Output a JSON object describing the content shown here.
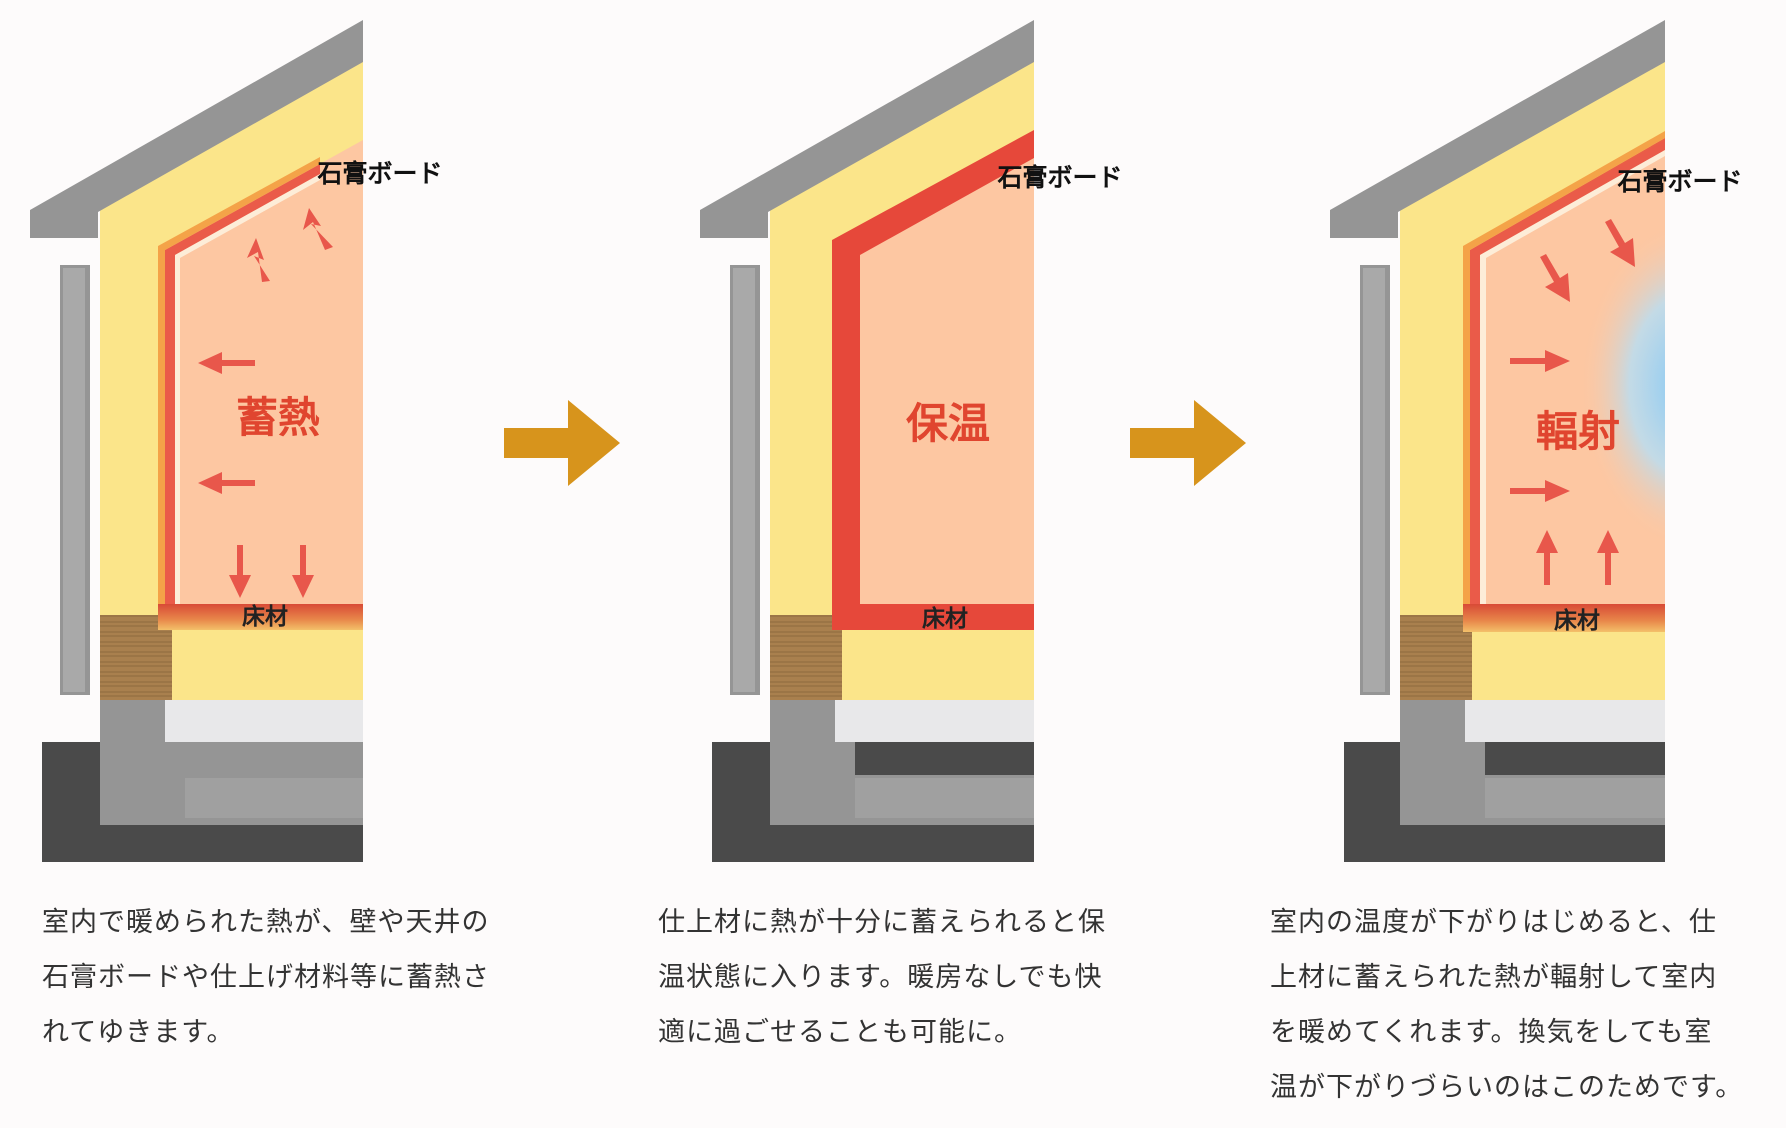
{
  "panels": [
    {
      "board_label": "石膏ボード",
      "floor_label": "床材",
      "center_label": "蓄熱",
      "caption_lines": [
        "室内で暖められた熱が、壁や天井の",
        "石膏ボードや仕上げ材料等に蓄熱さ",
        "れてゆきます。"
      ]
    },
    {
      "board_label": "石膏ボード",
      "floor_label": "床材",
      "center_label": "保温",
      "caption_lines": [
        "仕上材に熱が十分に蓄えられると保",
        "温状態に入ります。暖房なしでも快",
        "適に過ごせることも可能に。"
      ]
    },
    {
      "board_label": "石膏ボード",
      "floor_label": "床材",
      "center_label": "輻射",
      "caption_lines": [
        "室内の温度が下がりはじめると、仕",
        "上材に蓄えられた熱が輻射して室内",
        "を暖めてくれます。換気をしても室",
        "温が下がりづらいのはこのためです。"
      ]
    }
  ],
  "colors": {
    "roof": "#959595",
    "insulation": "#fbe58a",
    "room": "#fdc7a2",
    "finish_red": "#e6483a",
    "arrow_red": "#e8574b",
    "label_red": "#e0452f",
    "flow_arrow": "#d7941c",
    "foundation": "#4a4a4a",
    "wood": "#a9804e",
    "cool_blue": "#8fd0f7"
  },
  "icons": [
    "heat-arrow-icon",
    "flow-arrow-icon"
  ]
}
